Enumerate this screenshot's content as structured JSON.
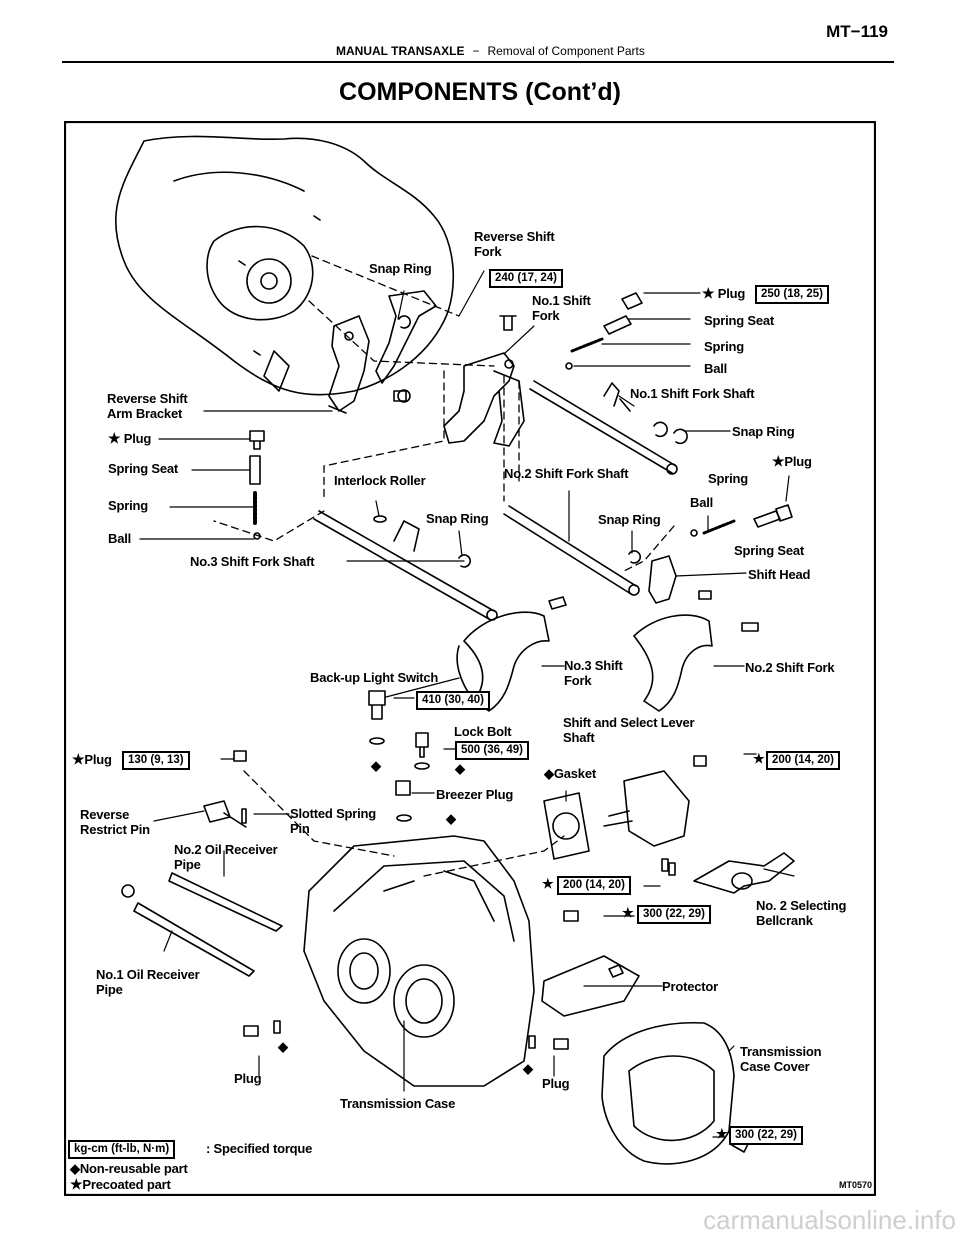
{
  "header": {
    "section": "MANUAL TRANSAXLE",
    "separator": "−",
    "subsection": "Removal of Component Parts",
    "page": "MT−119"
  },
  "title": "COMPONENTS (Cont’d)",
  "labels": {
    "reverse_shift_fork": "Reverse Shift\nFork",
    "snap_ring_1": "Snap Ring",
    "no1_shift_fork": "No.1 Shift\nFork",
    "plug_top": "Plug",
    "spring_seat_top": "Spring Seat",
    "spring_top": "Spring",
    "ball_top": "Ball",
    "no1_shift_fork_shaft": "No.1 Shift Fork Shaft",
    "snap_ring_2": "Snap Ring",
    "reverse_shift_arm_bracket": "Reverse Shift\nArm Bracket",
    "plug_left": "Plug",
    "spring_seat_left": "Spring Seat",
    "spring_left": "Spring",
    "ball_left": "Ball",
    "interlock_roller": "Interlock Roller",
    "no2_shift_fork_shaft": "No.2 Shift Fork Shaft",
    "snap_ring_3": "Snap Ring",
    "snap_ring_4": "Snap Ring",
    "ball_mid": "Ball",
    "spring_mid": "Spring",
    "plug_right": "Plug",
    "spring_seat_right": "Spring Seat",
    "shift_head": "Shift Head",
    "no3_shift_fork_shaft": "No.3 Shift Fork Shaft",
    "backup_light_switch": "Back-up Light Switch",
    "no3_shift_fork": "No.3 Shift\nFork",
    "no2_shift_fork": "No.2 Shift Fork",
    "lock_bolt": "Lock Bolt",
    "shift_select_lever_shaft": "Shift and Select Lever\nShaft",
    "plug_lower_left": "Plug",
    "gasket": "Gasket",
    "breezer_plug": "Breezer Plug",
    "slotted_spring_pin": "Slotted Spring\nPin",
    "reverse_restrict_pin": "Reverse\nRestrict Pin",
    "no2_oil_receiver_pipe": "No.2 Oil Receiver\nPipe",
    "no1_oil_receiver_pipe": "No.1 Oil Receiver\nPipe",
    "no2_selecting_bellcrank": "No. 2 Selecting\nBellcrank",
    "protector": "Protector",
    "transmission_case_cover": "Transmission\nCase Cover",
    "plug_bottom_left": "Plug",
    "plug_bottom_mid": "Plug",
    "transmission_case": "Transmission Case"
  },
  "torques": {
    "t240": "240 (17, 24)",
    "t250": "250 (18, 25)",
    "t410": "410 (30, 40)",
    "t500": "500 (36, 49)",
    "t130": "130 (9, 13)",
    "t200a": "200 (14, 20)",
    "t200b": "200 (14, 20)",
    "t300a": "300 (22, 29)",
    "t300b": "300 (22, 29)"
  },
  "legend": {
    "unit_box": "kg-cm (ft-lb, N·m)",
    "unit_desc": ": Specified torque",
    "non_reusable": "Non-reusable part",
    "precoated": "Precoated part",
    "diamond": "◆",
    "star": "★"
  },
  "figure_id": "MT0570",
  "watermark": "carmanualsonline.info"
}
